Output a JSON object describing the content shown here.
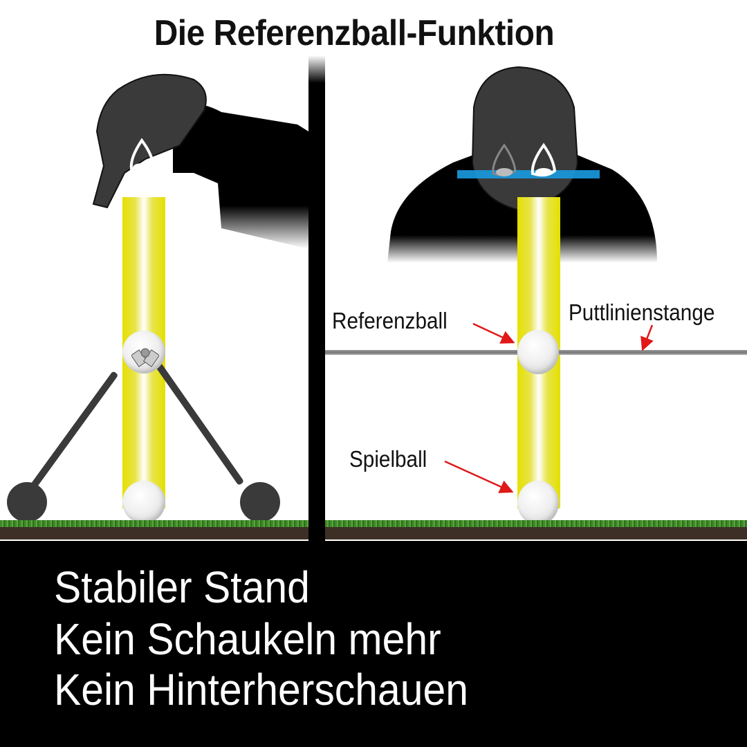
{
  "title": "Die Referenzball-Funktion",
  "left_panel": {
    "description": "Side view: golfer silhouette looking down through yellow sightline beam at reference ball held by tripod stand and play ball on grass",
    "icons": [
      "golfer-side-silhouette-icon",
      "eye-icon",
      "sightline-beam",
      "reference-ball-icon",
      "tripod-stand-icon",
      "play-ball-icon"
    ]
  },
  "right_panel": {
    "description": "Front view: golfer with eyes aligned over blue horizontal line, sightline beam through reference ball on putt-line rod down to play ball",
    "labels": {
      "reference_ball": "Referenzball",
      "putt_line_rod": "Puttlinienstange",
      "play_ball": "Spielball"
    }
  },
  "bottom_text": [
    "Stabiler Stand",
    "Kein Schaukeln mehr",
    "Kein Hinterherschauen"
  ],
  "colors": {
    "beam_yellow": "#e4e000",
    "eye_line_blue": "#1a9be0",
    "arrow_red": "#e01818",
    "ground_green": "#4a9a30",
    "soil_brown": "#3d2f25",
    "panel_black": "#000000"
  }
}
